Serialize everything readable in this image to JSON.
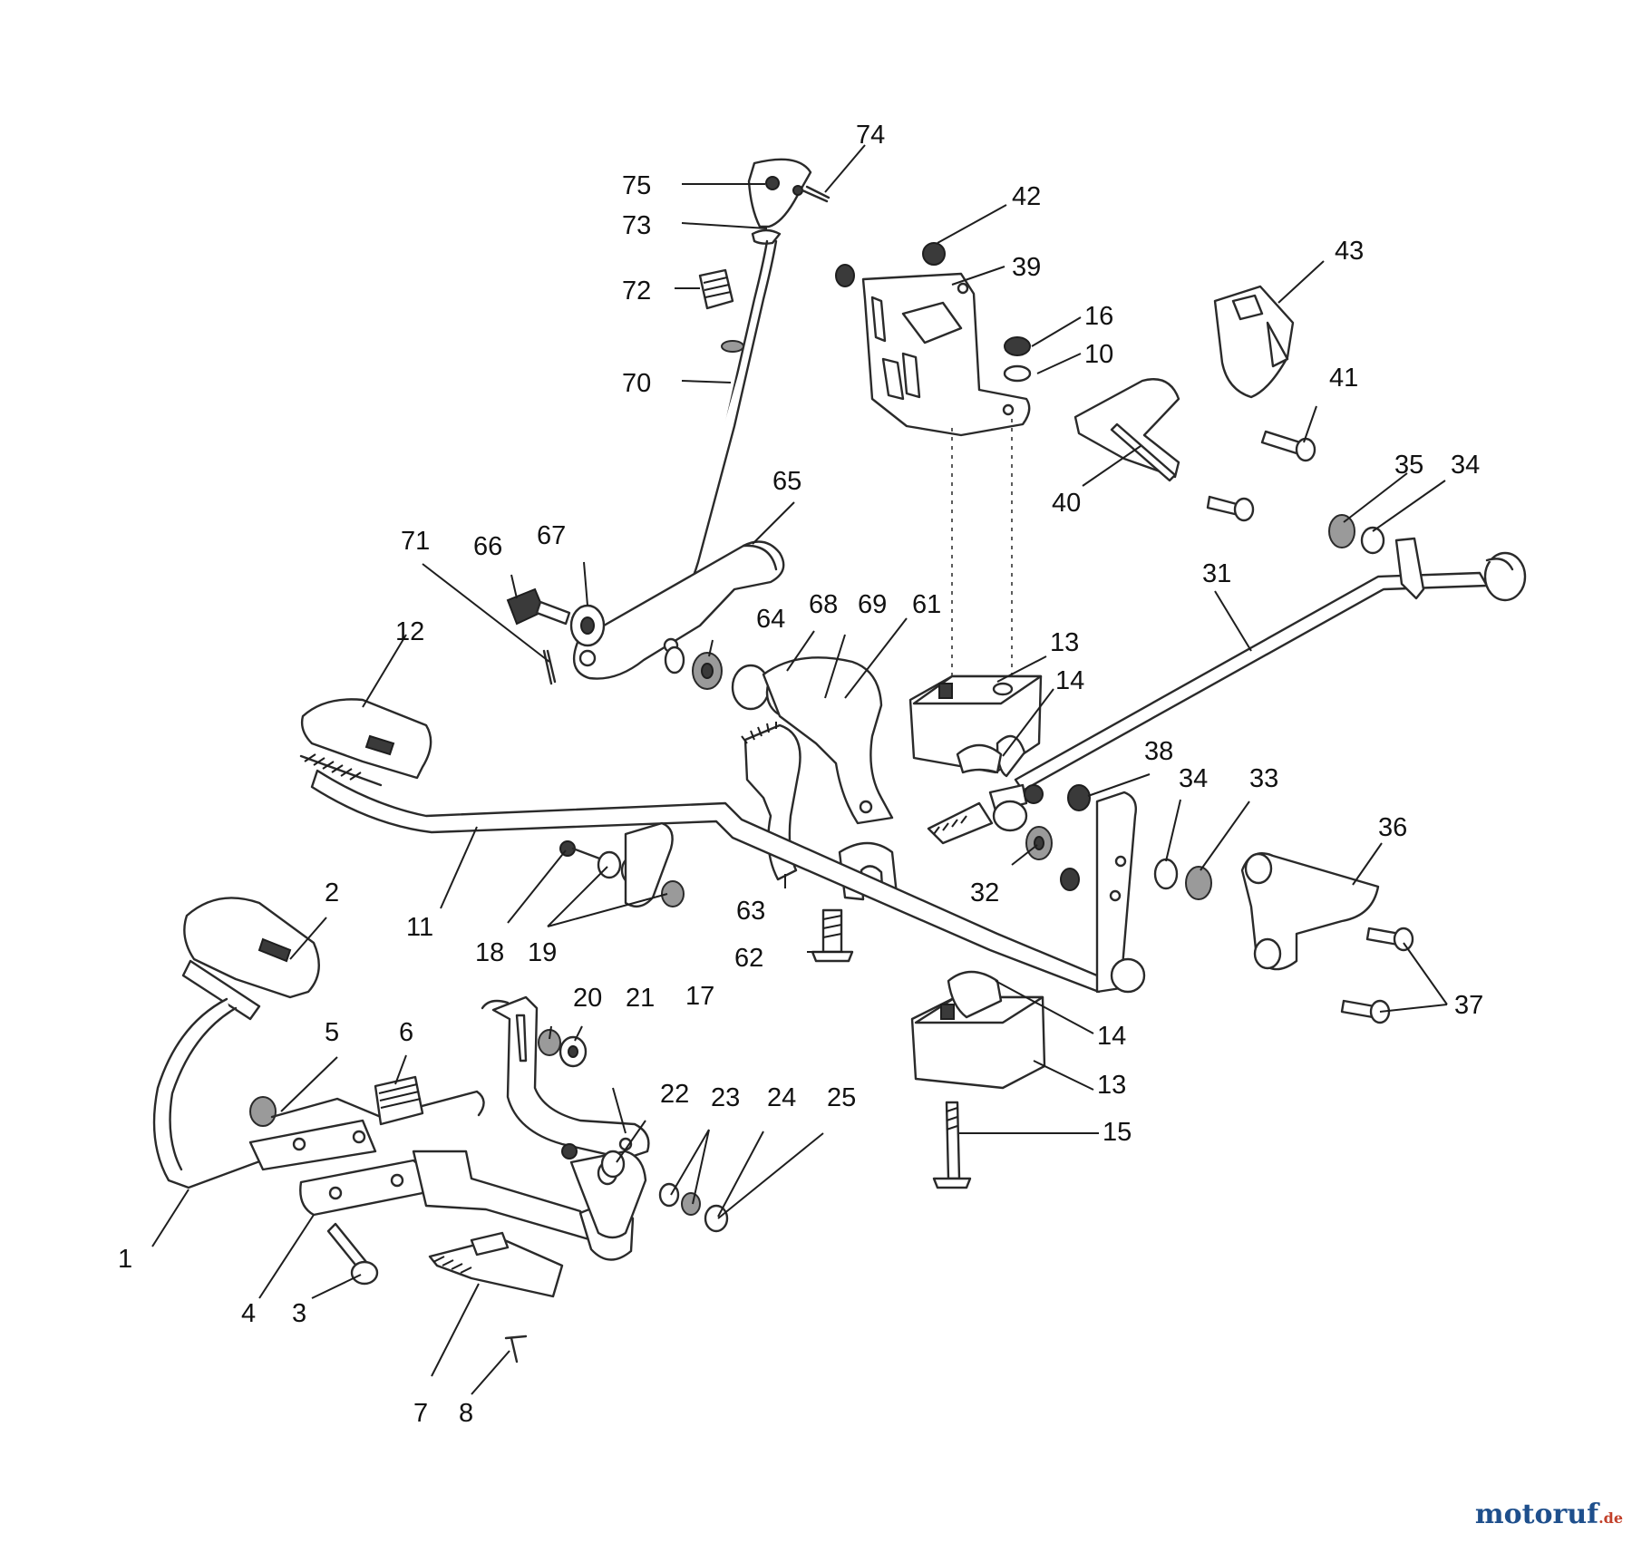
{
  "diagram": {
    "callouts": [
      "1",
      "2",
      "3",
      "4",
      "5",
      "6",
      "7",
      "8",
      "10",
      "11",
      "12",
      "13",
      "13",
      "14",
      "14",
      "15",
      "16",
      "17",
      "18",
      "19",
      "20",
      "21",
      "22",
      "23",
      "24",
      "25",
      "31",
      "32",
      "33",
      "34",
      "34",
      "35",
      "36",
      "37",
      "38",
      "39",
      "40",
      "41",
      "42",
      "43",
      "61",
      "62",
      "63",
      "64",
      "65",
      "66",
      "67",
      "68",
      "69",
      "70",
      "71",
      "72",
      "73",
      "74",
      "75"
    ]
  },
  "watermark": {
    "brand": "motoruf",
    "tld": ".de"
  }
}
